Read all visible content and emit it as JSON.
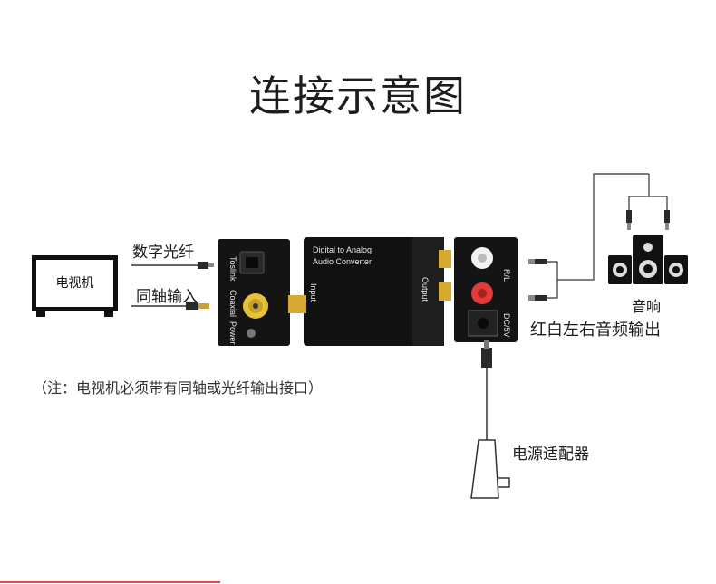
{
  "title": "连接示意图",
  "tv": {
    "label": "电视机"
  },
  "cables": {
    "optical_label": "数字光纤",
    "coaxial_label": "同轴输入"
  },
  "input_panel": {
    "toslink": "Toslink",
    "coaxial": "Coaxial",
    "power": "Power"
  },
  "converter": {
    "line1": "Digital to Analog",
    "line2": "Audio Converter",
    "input_label": "Input",
    "output_label": "Output"
  },
  "output_panel": {
    "rl": "R/L",
    "dc": "DC/5V"
  },
  "speaker": {
    "label": "音响"
  },
  "output_caption": "红白左右音频输出",
  "adapter_label": "电源适配器",
  "note": "（注：电视机必须带有同轴或光纤输出接口）",
  "colors": {
    "accent_red": "#e24a4a",
    "device_black": "#141414"
  }
}
